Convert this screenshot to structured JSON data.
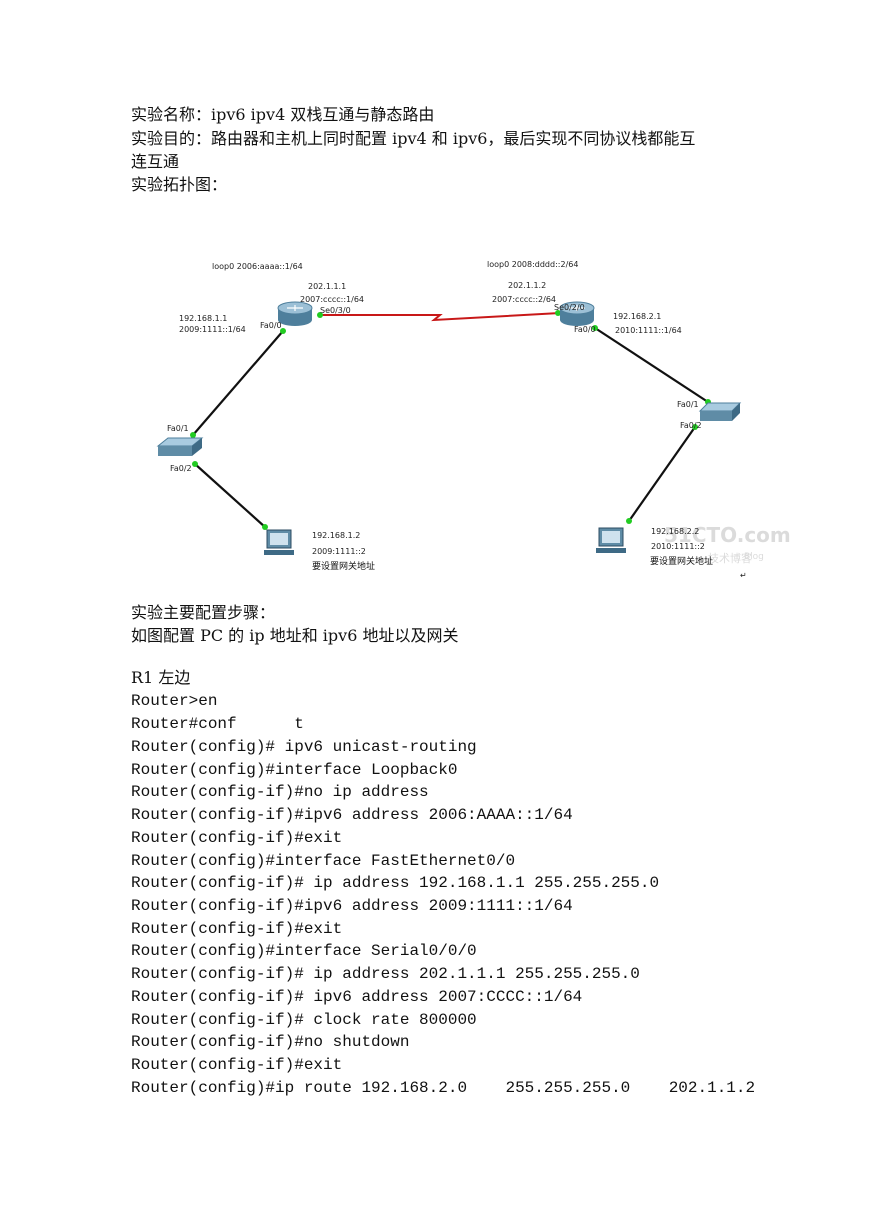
{
  "intro": {
    "name_line": "实验名称：ipv6 ipv4 双栈互通与静态路由",
    "purpose_line1": "实验目的：路由器和主机上同时配置 ipv4 和 ipv6，最后实现不同协议栈都能互",
    "purpose_line2": "连互通",
    "topology_title": "实验拓扑图："
  },
  "topology": {
    "r1_loop": "loop0 2006:aaaa::1/64",
    "r1_serial_ipv4": "202.1.1.1",
    "r1_serial_ipv6": "2007:cccc::1/64",
    "r1_serial_port": "Se0/3/0",
    "r1_lan_ipv4": "192.168.1.1",
    "r1_lan_ipv6": "2009:1111::1/64",
    "r1_lan_port": "Fa0/0",
    "sw1_up_port": "Fa0/1",
    "sw1_down_port": "Fa0/2",
    "pc1_ipv4": "192.168.1.2",
    "pc1_ipv6": "2009:1111::2",
    "pc1_note": "要设置网关地址",
    "r2_loop": "loop0 2008:dddd::2/64",
    "r2_serial_ipv4": "202.1.1.2",
    "r2_serial_ipv6": "2007:cccc::2/64",
    "r2_serial_port": "Se0/2/0",
    "r2_lan_port": "Fa0/0",
    "r2_lan_ipv4": "192.168.2.1",
    "r2_lan_ipv6": "2010:1111::1/64",
    "sw2_up_port": "Fa0/1",
    "sw2_down_port": "Fa0/2",
    "pc2_ipv4": "192.168.2.2",
    "pc2_ipv6": "2010:1111::2",
    "pc2_note": "要设置网关地址",
    "watermark": "51CTO.com",
    "watermark_sub": "技术博客",
    "watermark_blog": "Blog",
    "return_mark": "↵",
    "colors": {
      "serial_link": "#c81818",
      "ethernet_link": "#111111",
      "port_dot": "#22cc22",
      "device": "#5f8ca6"
    }
  },
  "steps": {
    "heading": "实验主要配置步骤：",
    "pc_config": "如图配置 PC 的 ip 地址和 ipv6 地址以及网关",
    "r1_title": "R1 左边"
  },
  "config_lines": [
    "Router>en",
    "Router#conf      t",
    "Router(config)# ipv6 unicast-routing",
    "Router(config)#interface Loopback0",
    "Router(config-if)#no ip address",
    "Router(config-if)#ipv6 address 2006:AAAA::1/64",
    "Router(config-if)#exit",
    "Router(config)#interface FastEthernet0/0",
    "Router(config-if)# ip address 192.168.1.1 255.255.255.0",
    "Router(config-if)#ipv6 address 2009:1111::1/64",
    "Router(config-if)#exit",
    "Router(config)#interface Serial0/0/0",
    "Router(config-if)# ip address 202.1.1.1 255.255.255.0",
    "Router(config-if)# ipv6 address 2007:CCCC::1/64",
    "Router(config-if)# clock rate 800000",
    "Router(config-if)#no shutdown",
    "Router(config-if)#exit",
    "Router(config)#ip route 192.168.2.0    255.255.255.0    202.1.1.2"
  ]
}
